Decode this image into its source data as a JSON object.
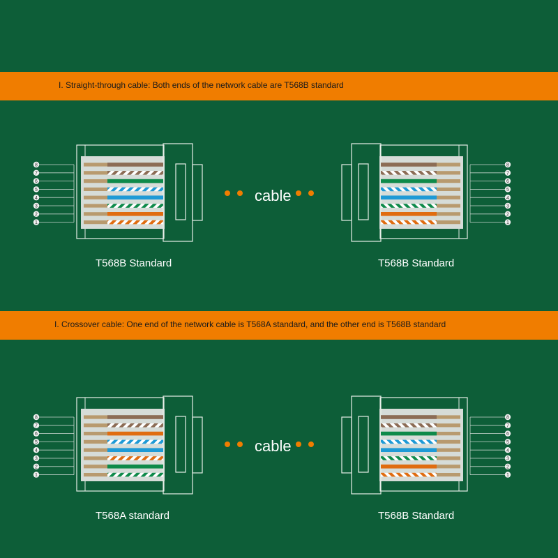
{
  "sections": [
    {
      "banner": "I. Straight-through cable: Both ends of the network cable are T568B standard",
      "left_label": "T568B Standard",
      "right_label": "T568B Standard",
      "cable_label": "cable",
      "left_standard": "T568B",
      "right_standard": "T568B"
    },
    {
      "banner": "I. Crossover cable: One end of the network cable is T568A standard, and the other end is T568B standard",
      "left_label": "T568A standard",
      "right_label": "T568B Standard",
      "cable_label": "cable",
      "left_standard": "T568A",
      "right_standard": "T568B"
    }
  ],
  "pin_numbers": [
    "8",
    "7",
    "6",
    "5",
    "4",
    "3",
    "2",
    "1"
  ],
  "wiring": {
    "T568B": [
      "brown",
      "white-brown",
      "green",
      "white-blue",
      "blue",
      "white-green",
      "orange",
      "white-orange"
    ],
    "T568A": [
      "brown",
      "white-brown",
      "orange",
      "white-blue",
      "blue",
      "white-orange",
      "green",
      "white-green"
    ]
  },
  "colors": {
    "background": "#0d5e38",
    "banner": "#f07d00",
    "brown": "#8c6c55",
    "orange": "#e06c10",
    "green": "#0e8a4a",
    "blue": "#1e9ad6",
    "copper": "#b89a6e"
  }
}
